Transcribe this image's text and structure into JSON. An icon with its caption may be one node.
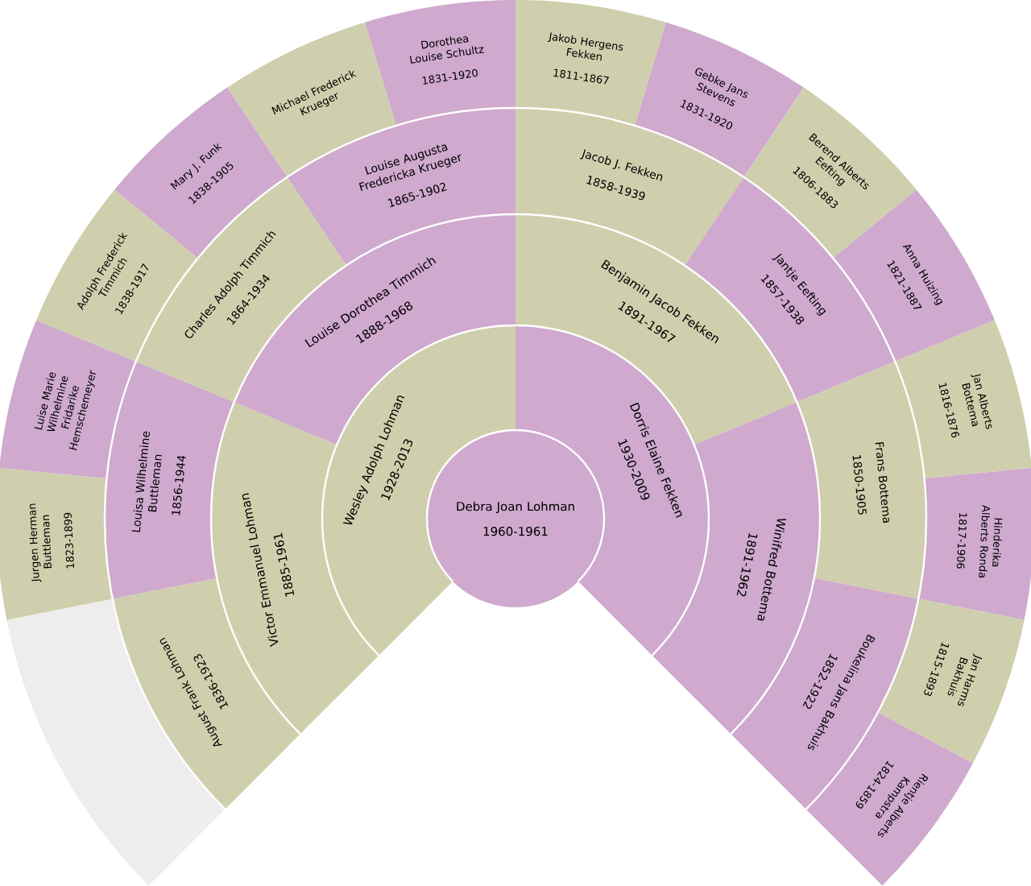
{
  "diagram": {
    "nodes": [
      {
        "text": [
          "Debra Joan Lohman",
          "1960-1961"
        ]
      },
      {
        "text": [
          "Wesley Adolph Lohman",
          "1928-2013"
        ]
      },
      {
        "text": [
          "Dorris Elaine Fekken",
          "1930-2009"
        ]
      },
      {
        "text": [
          "Victor Emmanuel Lohman",
          "1885-1961"
        ]
      },
      {
        "text": [
          "Louise Dorothea Timmich",
          "1888-1968"
        ]
      },
      {
        "text": [
          "Benjamin Jacob Fekken",
          "1891-1967"
        ]
      },
      {
        "text": [
          "Winifred Bottema",
          "1891-1962"
        ]
      },
      {
        "text": [
          "August Frank Lohman",
          "1836-1923"
        ]
      },
      {
        "text": [
          "Louisa Wilhelmine Buttleman",
          "1856-1944"
        ]
      },
      {
        "text": [
          "Charles Adolph Timmich",
          "1864-1934"
        ]
      },
      {
        "text": [
          "Louise Augusta Fredericka Krueger",
          "1865-1902"
        ]
      },
      {
        "text": [
          "Jacob J. Fekken",
          "1858-1939"
        ]
      },
      {
        "text": [
          "Jantje Eefting",
          "1857-1938"
        ]
      },
      {
        "text": [
          "Frans Bottema",
          "1850-1905"
        ]
      },
      {
        "text": [
          "Boukelina Jans Bakhuis",
          "1852-1922"
        ]
      },
      {
        "text": [],
        "shape": "sector"
      },
      {
        "text": [
          "Jurgen Herman Buttleman",
          "1823-1899"
        ]
      },
      {
        "text": [
          "Luise Marie Wilhelmine Fridarike Hemschemeyer"
        ]
      },
      {
        "text": [
          "Adolph Frederick Timmich",
          "1838-1917"
        ]
      },
      {
        "text": [
          "Mary J. Funk",
          "1838-1905"
        ]
      },
      {
        "text": [
          "Michael Frederick Krueger"
        ]
      },
      {
        "text": [
          "Dorothea Louise Schultz",
          "1831-1920"
        ]
      },
      {
        "text": [
          "Jakob Hergens Fekken",
          "1811-1867"
        ]
      },
      {
        "text": [
          "Gebke Jans Stevens",
          "1831-1920"
        ]
      },
      {
        "text": [
          "Berend Alberts Eefting",
          "1806-1883"
        ]
      },
      {
        "text": [
          "Anna Huizing",
          "1821-1887"
        ]
      },
      {
        "text": [
          "Jan Alberts Bottema",
          "1816-1876"
        ]
      },
      {
        "text": [
          "Hinderika Alberts Ronda",
          "1817-1906"
        ]
      },
      {
        "text": [
          "Jan Harms Bakhuis",
          "1815-1893"
        ]
      },
      {
        "text": [
          "Rientje Alberts Kampstra",
          "1824-1859"
        ]
      }
    ]
  }
}
